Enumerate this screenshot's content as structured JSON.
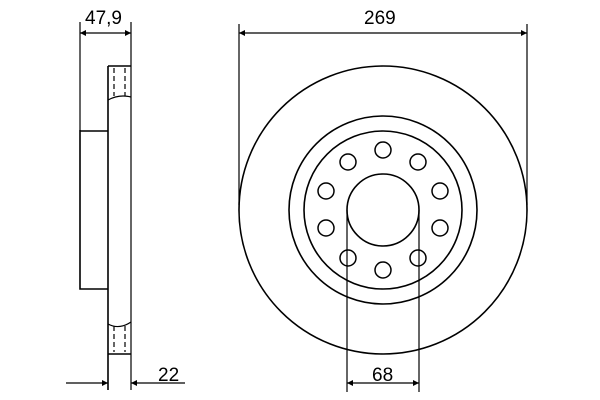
{
  "drawing": {
    "title": "Brake disc technical drawing",
    "line_color": "#000000",
    "background": "#ffffff"
  },
  "side_view": {
    "overall_height_label": "47,9",
    "disc_thickness_label": "22"
  },
  "front_view": {
    "outer_diameter_label": "269",
    "center_bore_label": "68",
    "bolt_hole_count": 10
  }
}
